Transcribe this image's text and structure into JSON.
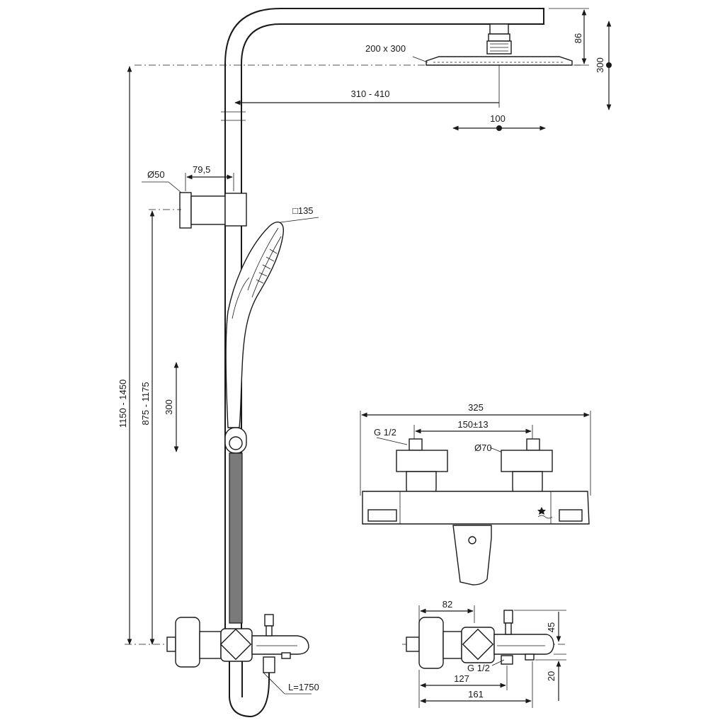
{
  "drawing": {
    "labels": {
      "head_size": "200 x 300",
      "head_height": "86",
      "head_adjust": "300",
      "arm_reach": "310 - 410",
      "head_slide": "100",
      "holder_diameter": "Ø50",
      "holder_offset": "79,5",
      "hand_shower_size": "□135",
      "rail_height_total": "1150 - 1450",
      "holder_height": "875 - 1175",
      "slide_range": "300",
      "hose_length": "L=1750",
      "mixer_width": "325",
      "inlet_spacing": "150±13",
      "inlet_thread": "G 1/2",
      "escutcheon_diameter": "Ø70",
      "side_depth": "82",
      "side_top": "45",
      "side_bottom": "20",
      "side_thread": "G 1/2",
      "side_spout_a": "127",
      "side_spout_b": "161"
    }
  }
}
